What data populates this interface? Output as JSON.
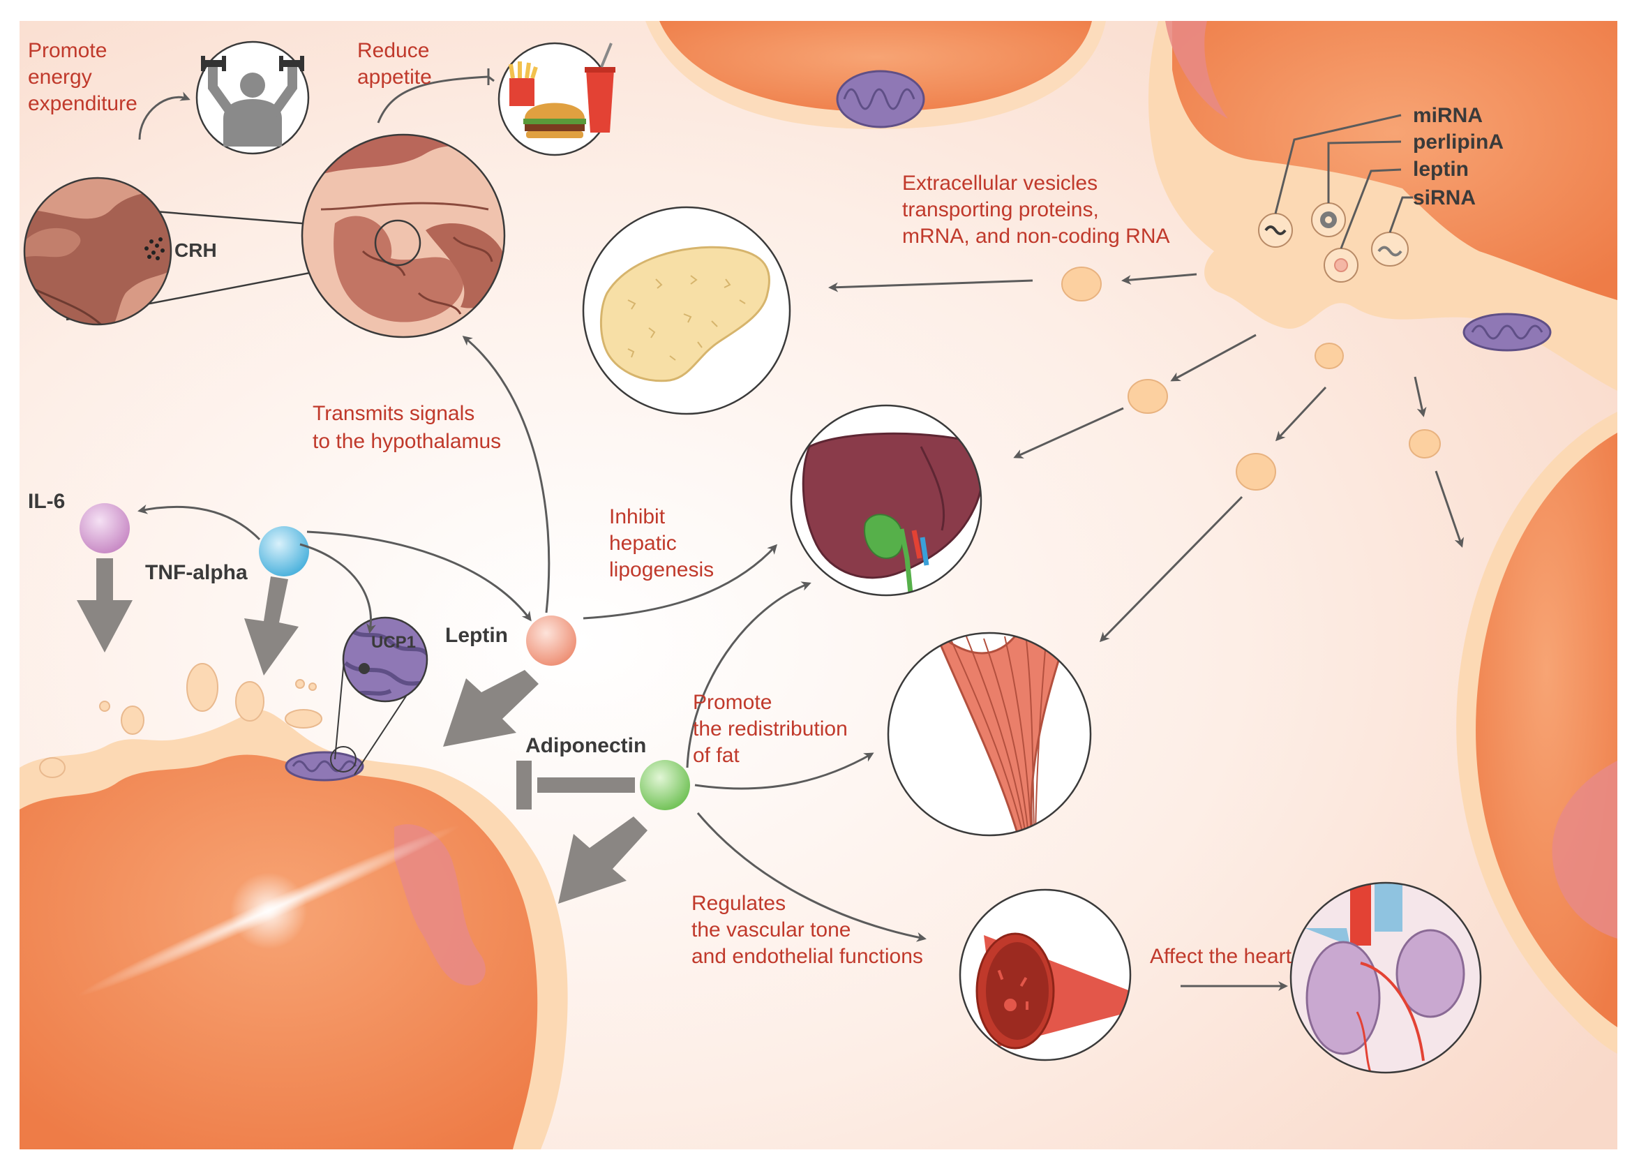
{
  "labels": {
    "promote_energy": [
      "Promote",
      "energy",
      "expenditure"
    ],
    "reduce_appetite": [
      "Reduce",
      "appetite"
    ],
    "crh": "CRH",
    "transmits": [
      "Transmits signals",
      "to the hypothalamus"
    ],
    "evs": [
      "Extracellular vesicles",
      "transporting proteins,",
      "mRNA, and non-coding RNA"
    ],
    "inhibit": [
      "Inhibit",
      "hepatic",
      "lipogenesis"
    ],
    "redistribution": [
      "Promote",
      "the redistribution",
      "of fat"
    ],
    "vascular": [
      "Regulates",
      "the vascular tone",
      "and endothelial functions"
    ],
    "heart": "Affect the heart",
    "il6": "IL-6",
    "tnf": "TNF-alpha",
    "ucp1": "UCP1",
    "leptin": "Leptin",
    "adiponectin": "Adiponectin",
    "ev_legend": [
      "miRNA",
      "perlipinA",
      "leptin",
      "siRNA"
    ]
  },
  "colors": {
    "background": "#fbe9e0",
    "adipocyte": "#f28c5a",
    "cytoplasm": "#fbd9b5",
    "label_red": "#c0392b",
    "il6": "#d9a3d6",
    "tnf": "#6ec3e6",
    "leptin": "#f2a48c",
    "adiponectin": "#8fd07a"
  }
}
